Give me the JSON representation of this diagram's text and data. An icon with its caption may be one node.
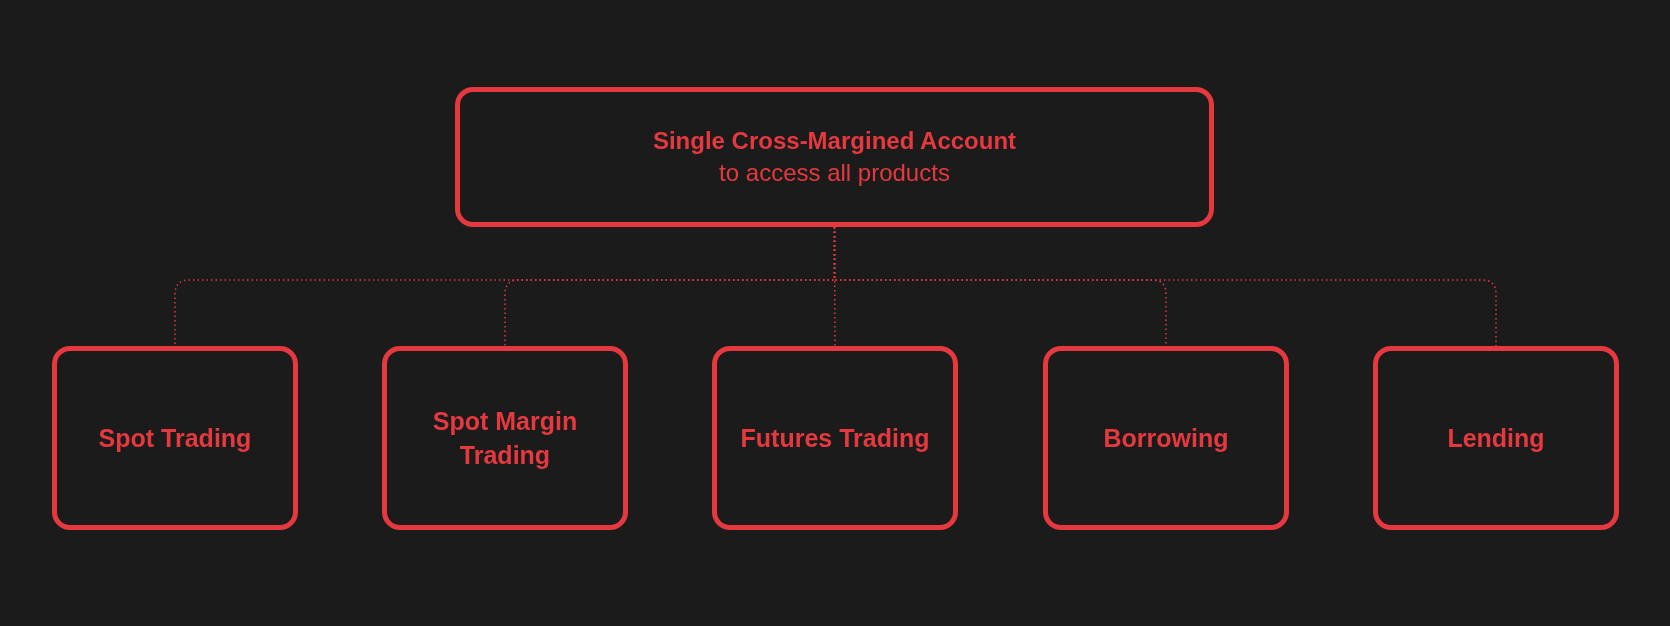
{
  "diagram": {
    "nodes": [
      {
        "text": [
          "Single Cross-Margined Account",
          "to access all products"
        ]
      },
      {
        "text": [
          "Spot Trading"
        ]
      },
      {
        "text": [
          "Spot Margin Trading"
        ]
      },
      {
        "text": [
          "Futures Trading"
        ]
      },
      {
        "text": [
          "Borrowing"
        ]
      },
      {
        "text": [
          "Lending"
        ]
      }
    ],
    "edges": [
      {
        "from": 0,
        "to": 1,
        "arrow": "none"
      },
      {
        "from": 0,
        "to": 2,
        "arrow": "none"
      },
      {
        "from": 0,
        "to": 3,
        "arrow": "none"
      },
      {
        "from": 0,
        "to": 4,
        "arrow": "none"
      },
      {
        "from": 0,
        "to": 5,
        "arrow": "none"
      }
    ]
  }
}
